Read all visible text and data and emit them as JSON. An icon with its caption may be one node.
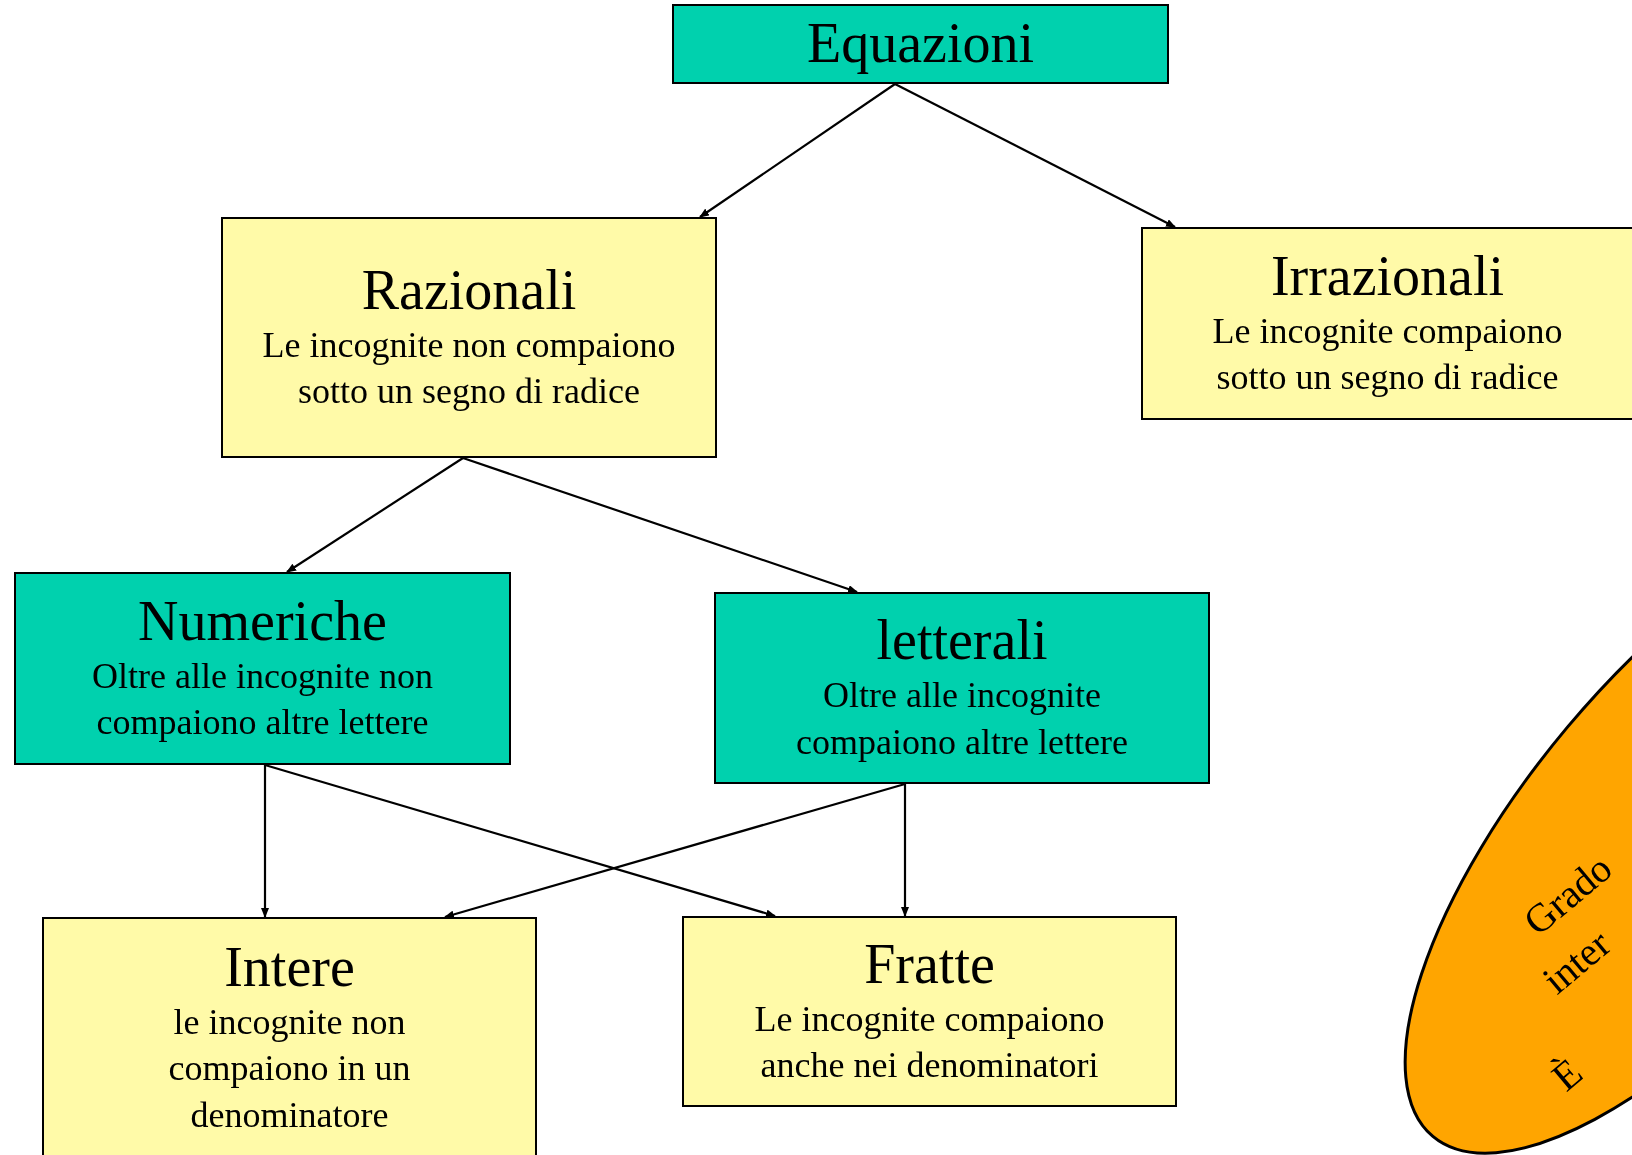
{
  "diagram": {
    "nodes": [
      {
        "text": [
          "Equazioni"
        ]
      },
      {
        "text": [
          "Razionali",
          "Le incognite non compaiono sotto un segno di radice"
        ]
      },
      {
        "text": [
          "Irrazionali",
          "Le incognite compaiono sotto un segno di radice"
        ]
      },
      {
        "text": [
          "Numeriche",
          "Oltre alle incognite non compaiono altre lettere"
        ]
      },
      {
        "text": [
          "letterali",
          "Oltre alle incognite compaiono altre lettere"
        ]
      },
      {
        "text": [
          "Intere",
          "le incognite non compaiono in un denominatore"
        ]
      },
      {
        "text": [
          "Fratte",
          "Le incognite compaiono anche nei denominatori"
        ]
      },
      {
        "text": [
          "Grado",
          "inter",
          "È"
        ]
      }
    ],
    "edges": [
      {
        "from": 0,
        "to": 1,
        "arrow": "to"
      },
      {
        "from": 0,
        "to": 2,
        "arrow": "to"
      },
      {
        "from": 1,
        "to": 3,
        "arrow": "to"
      },
      {
        "from": 1,
        "to": 4,
        "arrow": "to"
      },
      {
        "from": 3,
        "to": 5,
        "arrow": "to"
      },
      {
        "from": 3,
        "to": 6,
        "arrow": "to"
      },
      {
        "from": 4,
        "to": 6,
        "arrow": "to"
      },
      {
        "from": 4,
        "to": 5,
        "arrow": "to"
      }
    ]
  }
}
